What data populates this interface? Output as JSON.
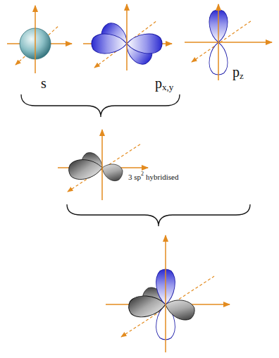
{
  "diagram": {
    "labels": [
      "s",
      "p",
      "x,y",
      "p",
      "z",
      "3 sp",
      "2",
      "hybridised"
    ]
  }
}
